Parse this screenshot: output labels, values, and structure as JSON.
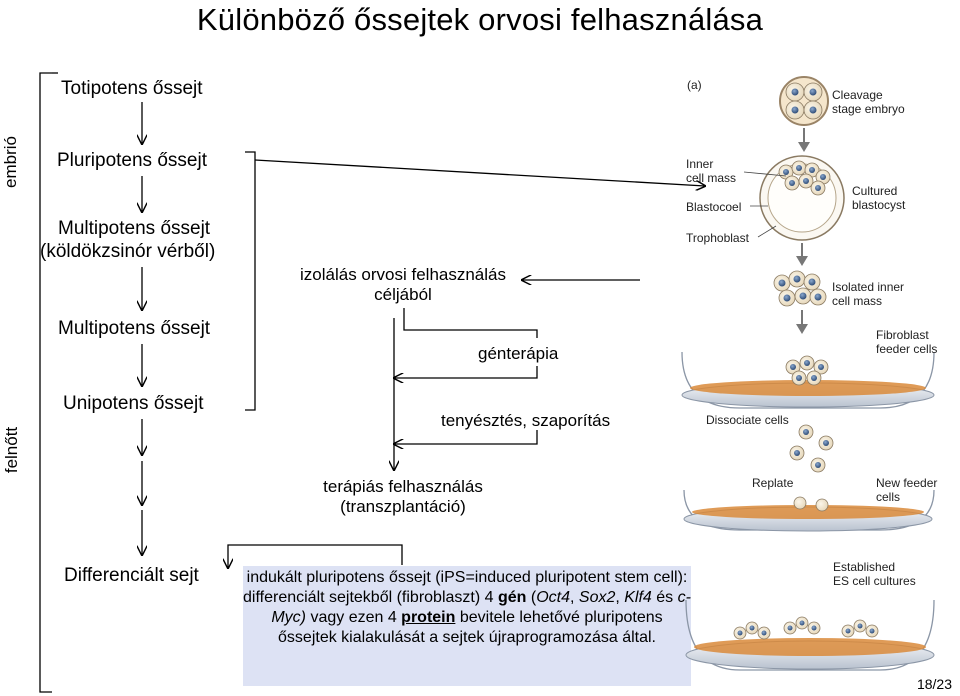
{
  "title": "Különböző őssejtek orvosi felhasználása",
  "side_labels": {
    "embryo": "embrió",
    "adult": "felnőtt"
  },
  "hierarchy": {
    "totipotent": "Totipotens őssejt",
    "pluripotent": "Pluripotens őssejt",
    "multipotent_cord_1": "Multipotens őssejt",
    "multipotent_cord_2": "(köldökzsinór vérből)",
    "multipotent": "Multipotens őssejt",
    "unipotent": "Unipotens őssejt",
    "differentiated": "Differenciált sejt"
  },
  "middle": {
    "isolation_1": "izolálás orvosi felhasználás",
    "isolation_2": "céljából",
    "gene_therapy": "génterápia",
    "culture": "tenyésztés, szaporítás",
    "therapeutic_1": "terápiás felhasználás",
    "therapeutic_2": "(transzplantáció)"
  },
  "ips_note": {
    "part1": "indukált pluripotens őssejt (iPS=induced pluripotent stem cell): differenciált sejtekből (fibroblaszt) 4 ",
    "gen": "gén",
    "part2": " (",
    "g1": "Oct4",
    "sep1": ", ",
    "g2": "Sox2",
    "sep2": ", ",
    "g3": "Klf4",
    "part3": " és ",
    "g4": "c-Myc)",
    "part4": " vagy ezen 4 ",
    "protein": "protein",
    "part5": " bevitele lehetővé pluripotens őssejtek kialakulását a sejtek újraprogramozása által."
  },
  "figure": {
    "panel": "(a)",
    "cleavage_1": "Cleavage",
    "cleavage_2": "stage embryo",
    "inner_1": "Inner",
    "inner_2": "cell mass",
    "blastocoel": "Blastocoel",
    "trophoblast": "Trophoblast",
    "cultured_1": "Cultured",
    "cultured_2": "blastocyst",
    "isolated_1": "Isolated inner",
    "isolated_2": "cell mass",
    "fibro_1": "Fibroblast",
    "fibro_2": "feeder cells",
    "dissociate": "Dissociate cells",
    "replate": "Replate",
    "newfeeder_1": "New feeder",
    "newfeeder_2": "cells",
    "established_1": "Established",
    "established_2": "ES cell cultures"
  },
  "page_number": "18/23",
  "colors": {
    "note_bg": "#dde2f4",
    "cell_fill": "#f3ead8",
    "nucleus": "#3f5d86",
    "feeder": "#d98a3a",
    "dish": "#cfd6e0"
  }
}
